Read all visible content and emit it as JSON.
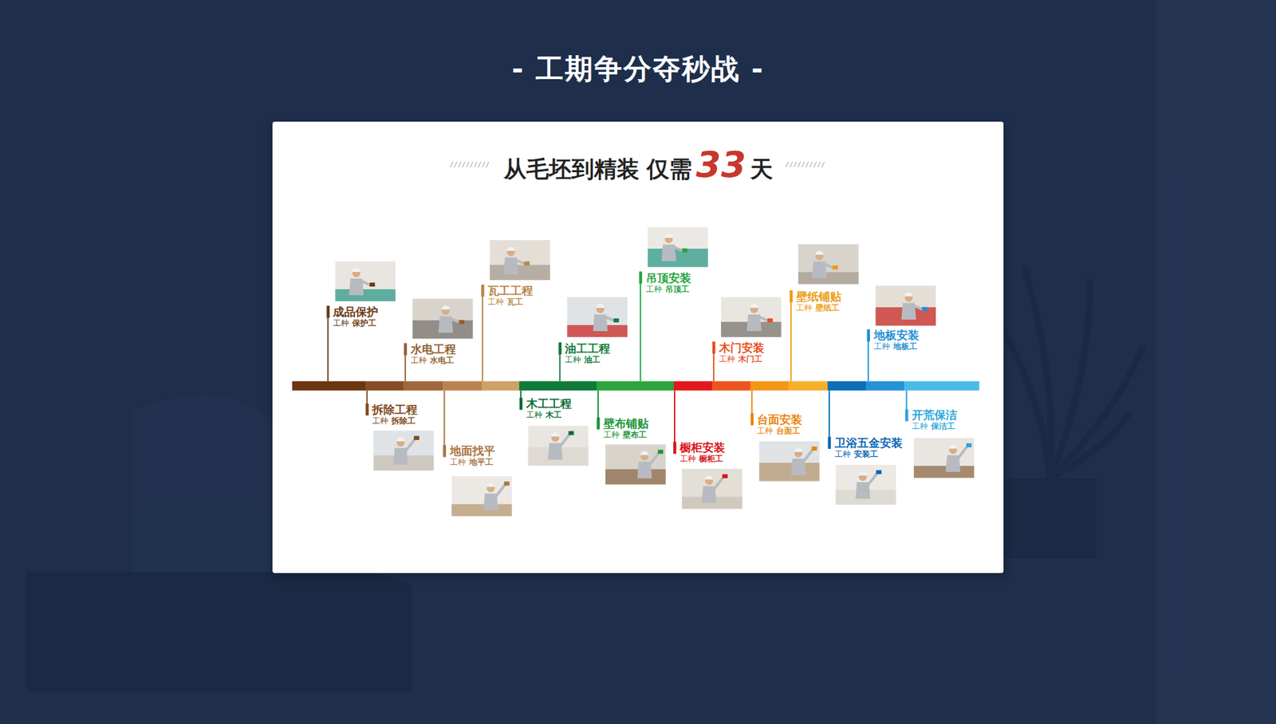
{
  "diagram": {
    "title": "- 工期争分夺秒战 -",
    "nodes": [
      {
        "text": [
          "成品保护",
          "工种",
          "保护工"
        ]
      },
      {
        "text": [
          "拆除工程",
          "工种",
          "拆除工"
        ]
      },
      {
        "text": [
          "水电工程",
          "工种",
          "水电工"
        ]
      },
      {
        "text": [
          "地面找平",
          "工种",
          "地平工"
        ]
      },
      {
        "text": [
          "瓦工工程",
          "工种",
          "瓦工"
        ]
      },
      {
        "text": [
          "木工工程",
          "工种",
          "木工"
        ]
      },
      {
        "text": [
          "油工工程",
          "工种",
          "油工"
        ]
      },
      {
        "text": [
          "壁布铺贴",
          "工种",
          "壁布工"
        ]
      },
      {
        "text": [
          "吊顶安装",
          "工种",
          "吊顶工"
        ]
      },
      {
        "text": [
          "橱柜安装",
          "工种",
          "橱柜工"
        ]
      },
      {
        "text": [
          "木门安装",
          "工种",
          "木门工"
        ]
      },
      {
        "text": [
          "台面安装",
          "工种",
          "台面工"
        ]
      },
      {
        "text": [
          "壁纸铺贴",
          "工种",
          "壁纸工"
        ]
      },
      {
        "text": [
          "卫浴五金安装",
          "工种",
          "安装工"
        ]
      },
      {
        "text": [
          "地板安装",
          "工种",
          "地板工"
        ]
      },
      {
        "text": [
          "开荒保洁",
          "工种",
          "保洁工"
        ]
      }
    ],
    "labels": [
      "从毛坯到精装 仅需",
      "33",
      "天"
    ]
  }
}
